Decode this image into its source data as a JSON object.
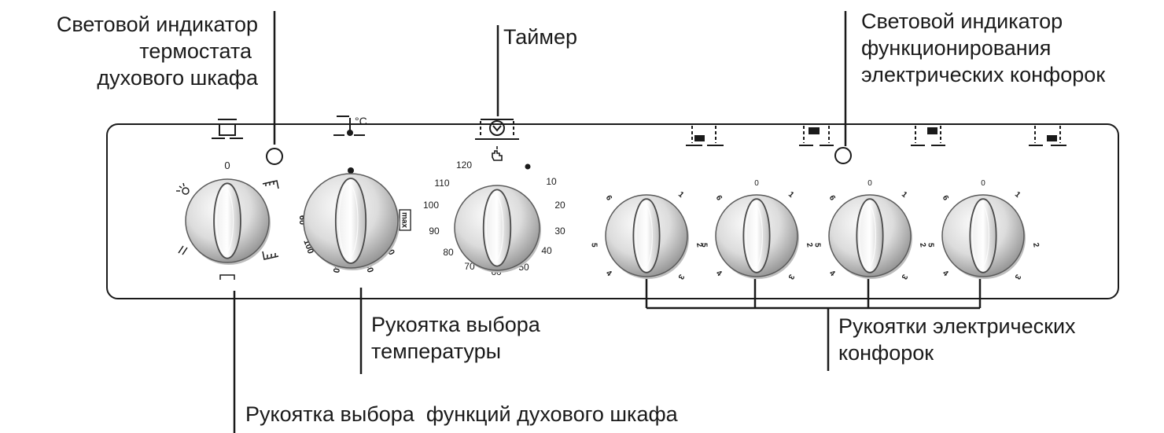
{
  "callouts": {
    "oven_thermostat_light": [
      "Световой индикатор",
      "термостата",
      "духового шкафа"
    ],
    "timer": "Таймер",
    "hob_function_light": [
      "Световой индикатор",
      "функционирования",
      "электрических конфорок"
    ],
    "temperature_knob": [
      "Рукоятка выбора",
      "температуры"
    ],
    "hob_knobs": [
      "Рукоятки электрических",
      "конфорок"
    ],
    "oven_function_knob": "Рукоятка выбора  функций духового шкафа"
  },
  "function_knob": {
    "zero": "0"
  },
  "temperature_knob": {
    "unit": "°C",
    "marks": [
      "60",
      "100",
      "140",
      "180",
      "220",
      "max"
    ]
  },
  "timer_knob": {
    "marks": [
      "120",
      "10",
      "110",
      "10",
      "100",
      "20",
      "90",
      "30",
      "80",
      "40",
      "70",
      "60",
      "50"
    ]
  },
  "hob_knobs": [
    {
      "marks": [
        "6",
        "1",
        "5",
        "2",
        "4",
        "3"
      ]
    },
    {
      "zero": "0",
      "marks": [
        "6",
        "1",
        "5",
        "2",
        "4",
        "3"
      ]
    },
    {
      "zero": "0",
      "marks": [
        "6",
        "1",
        "5",
        "2",
        "4",
        "3"
      ]
    },
    {
      "zero": "0",
      "marks": [
        "6",
        "1",
        "5",
        "2",
        "4",
        "3"
      ]
    }
  ],
  "colors": {
    "line": "#1a1a1a",
    "knob_light": "#fafafa",
    "knob_mid": "#d9d9d9",
    "knob_dark": "#9a9a9a"
  }
}
